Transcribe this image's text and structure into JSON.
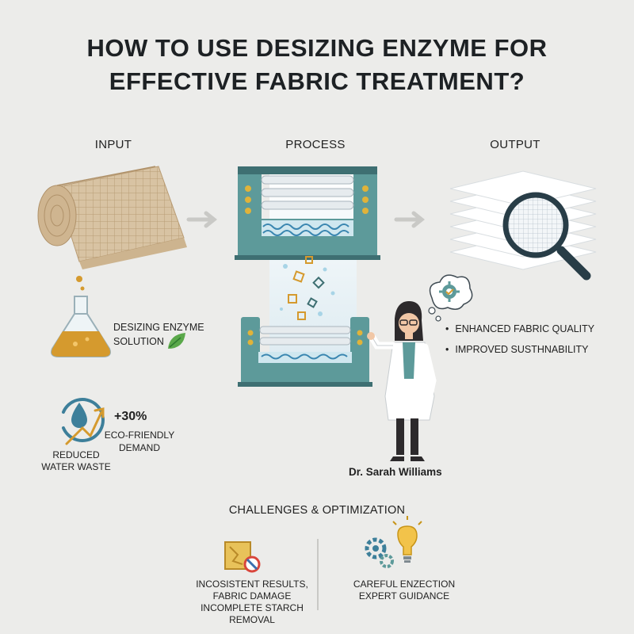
{
  "title": {
    "line1": "HOW TO USE DESIZING ENZYME FOR",
    "line2": "EFFECTIVE FABRIC TREATMENT?"
  },
  "columns": {
    "input": "INPUT",
    "process": "PROCESS",
    "output": "OUTPUT"
  },
  "enzyme": {
    "line1": "DESIZING ENZYME",
    "line2": "SOLUTION"
  },
  "stats": {
    "demand_value": "+30%",
    "demand_line1": "ECO-FRIENDLY",
    "demand_line2": "DEMAND",
    "water_line1": "REDUCED",
    "water_line2": "WATER WASTE"
  },
  "outcomes": [
    "ENHANCED FABRIC QUALITY",
    "IMPROVED SUSTHNABILITY"
  ],
  "expert_name": "Dr. Sarah Williams",
  "challenges": {
    "title": "CHALLENGES & OPTIMIZATION",
    "problems": [
      "INCOSISTENT RESULTS,",
      "FABRIC DAMAGE",
      "INCOMPLETE STARCH REMOVAL"
    ],
    "solutions": [
      "CAREFUL ENZECTION",
      "EXPERT GUIDANCE"
    ]
  },
  "colors": {
    "machine_teal": "#5d9a9a",
    "machine_dark": "#3e6f72",
    "fabric_tan": "#d8c3a3",
    "enzyme_amber": "#d59a2e",
    "leaf_green": "#5aa84a",
    "arrow_gray": "#c9c9c6"
  }
}
